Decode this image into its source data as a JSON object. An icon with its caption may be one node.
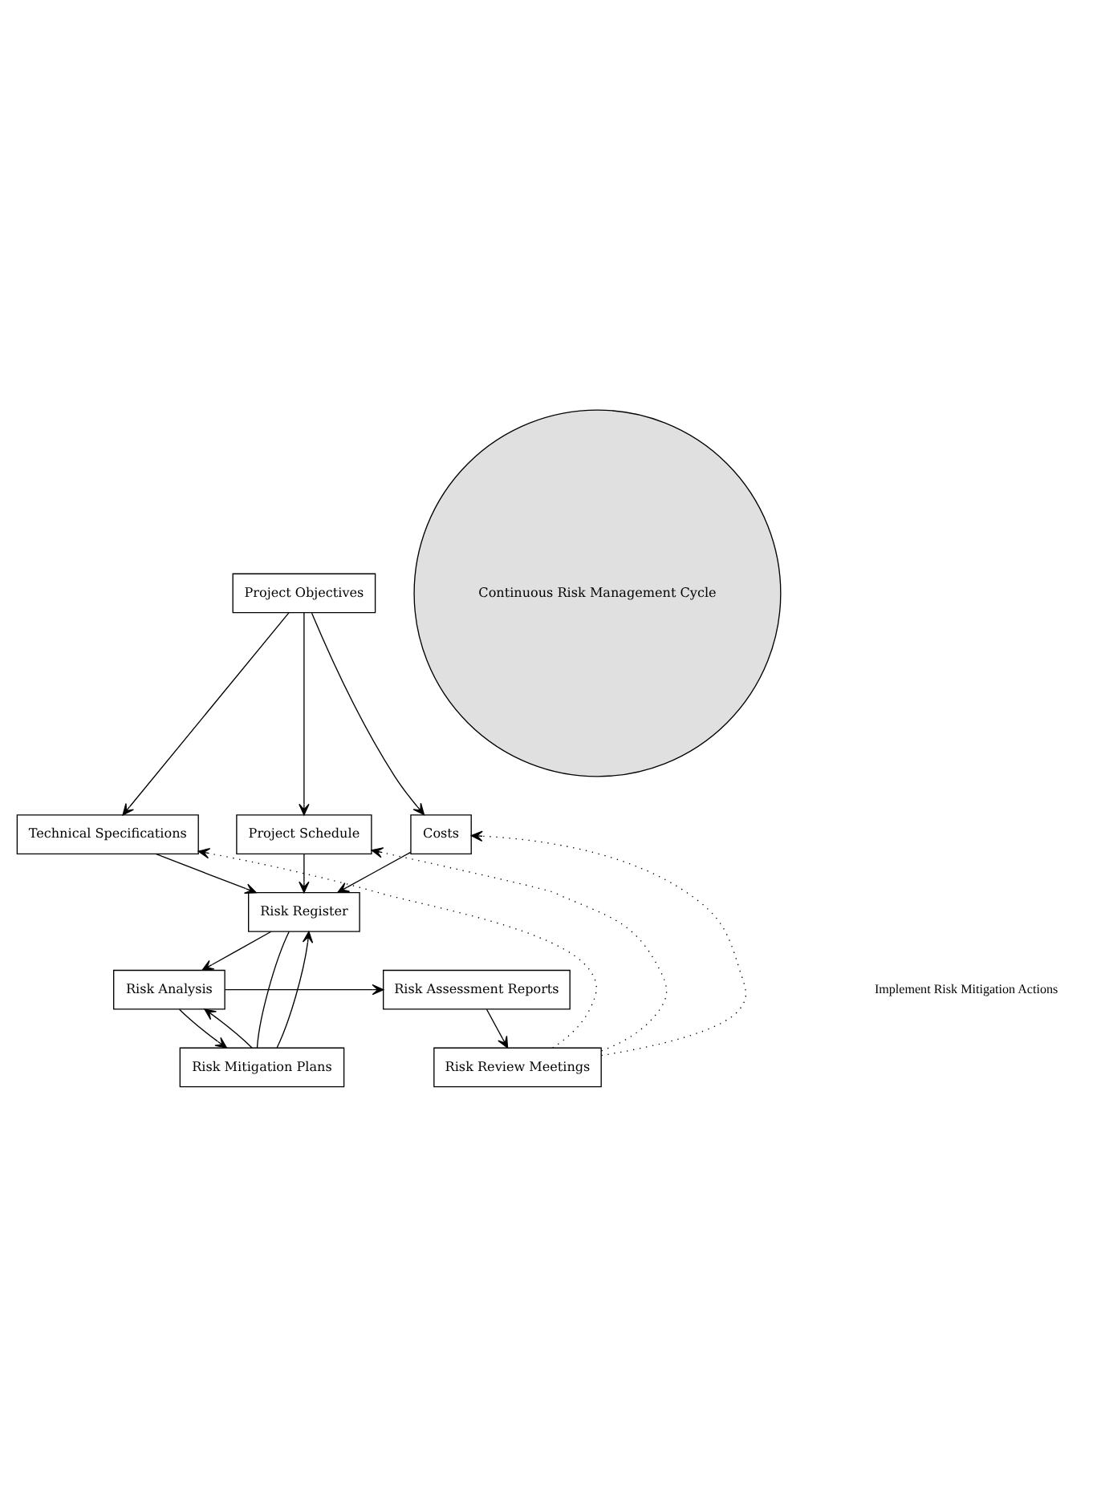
{
  "diagram": {
    "nodes": [
      {
        "text": [
          "Project Objectives"
        ]
      },
      {
        "text": [
          "Technical Specifications"
        ]
      },
      {
        "text": [
          "Project Schedule"
        ]
      },
      {
        "text": [
          "Costs"
        ]
      },
      {
        "text": [
          "Risk Register"
        ]
      },
      {
        "text": [
          "Continuous Risk Management Cycle"
        ]
      },
      {
        "text": [
          "Risk Analysis"
        ]
      },
      {
        "text": [
          "Risk Assessment Reports"
        ]
      },
      {
        "text": [
          "Risk Mitigation Plans"
        ]
      },
      {
        "text": [
          "Risk Review Meetings"
        ]
      }
    ],
    "edges": [
      {
        "from": 0,
        "to": 1,
        "arrow": "to"
      },
      {
        "from": 0,
        "to": 2,
        "arrow": "to"
      },
      {
        "from": 0,
        "to": 3,
        "arrow": "to"
      },
      {
        "from": 1,
        "to": 4,
        "arrow": "to"
      },
      {
        "from": 2,
        "to": 4,
        "arrow": "to"
      },
      {
        "from": 3,
        "to": 4,
        "arrow": "to"
      },
      {
        "from": 4,
        "to": 6,
        "arrow": "to"
      },
      {
        "from": 4,
        "to": 8,
        "arrow": "none"
      },
      {
        "from": 8,
        "to": 4,
        "arrow": "to"
      },
      {
        "from": 8,
        "to": 6,
        "arrow": "to"
      },
      {
        "from": 6,
        "to": 8,
        "arrow": "to"
      },
      {
        "from": 6,
        "to": 7,
        "arrow": "to"
      },
      {
        "from": 7,
        "to": 9,
        "arrow": "to"
      },
      {
        "from": 9,
        "to": 1,
        "arrow": "to",
        "style": "dashed"
      },
      {
        "from": 9,
        "to": 2,
        "arrow": "to",
        "style": "dashed"
      },
      {
        "from": 9,
        "to": 3,
        "arrow": "to",
        "style": "dashed"
      }
    ],
    "labels": [
      "Implement Risk Mitigation Actions"
    ]
  }
}
